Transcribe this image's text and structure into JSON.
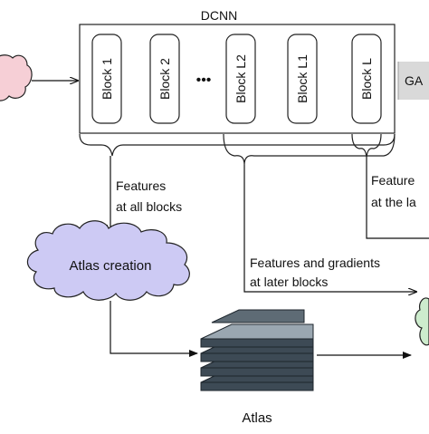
{
  "dcnn": {
    "title": "DCNN",
    "blocks": [
      "Block 1",
      "Block 2",
      "Block L2",
      "Block L1",
      "Block L"
    ],
    "ellipsis": "•••",
    "gap_label": "GA"
  },
  "labels": {
    "features_all_line1": "Features",
    "features_all_line2": "at all blocks",
    "features_last_line1": "Feature",
    "features_last_line2": "at the la",
    "features_gradients_line1": "Features and gradients",
    "features_gradients_line2": "at later blocks"
  },
  "atlas_creation": {
    "label": "Atlas creation"
  },
  "atlas": {
    "label": "Atlas"
  },
  "colors": {
    "cloud_fill": "#cdcaf4",
    "pink_cloud": "#f6cfd6",
    "green_cloud": "#cdeccd",
    "gap_fill": "#d9d9d9",
    "stack_dark": "#3d4a55",
    "stack_light": "#9aa7b1"
  }
}
